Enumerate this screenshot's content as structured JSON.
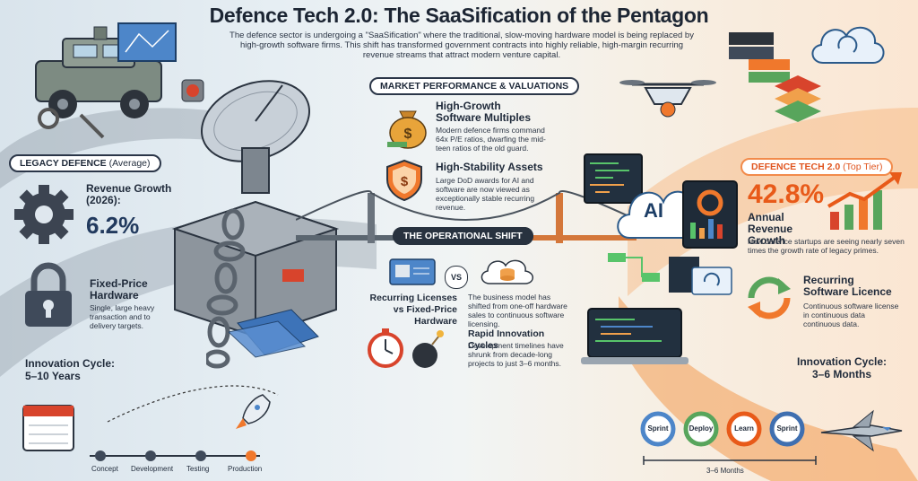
{
  "header": {
    "title": "Defence Tech 2.0: The SaaSification of the Pentagon",
    "subtitle": "The defence sector is undergoing a \"SaaSification\" where the traditional, slow-moving hardware model is being replaced by high-growth software firms. This shift has transformed government contracts into highly reliable, high-margin recurring revenue streams that attract modern venture capital."
  },
  "legacy": {
    "badge_main": "LEGACY DEFENCE",
    "badge_sub": "(Average)",
    "growth_label": "Revenue Growth (2026):",
    "growth_value": "6.2%",
    "hardware_title": "Fixed-Price Hardware",
    "hardware_text": "Single, large heavy transaction and to delivery targets.",
    "cycle": "Innovation Cycle: 5–10 Years",
    "timeline": [
      "Concept",
      "Development",
      "Testing",
      "Production"
    ]
  },
  "center": {
    "market_badge": "MARKET PERFORMANCE & VALUATIONS",
    "multiples_title": "High-Growth Software Multiples",
    "multiples_text": "Modern defence firms command 64x P/E ratios, dwarfing the mid-teen ratios of the old guard.",
    "stability_title": "High-Stability Assets",
    "stability_text": "Large DoD awards for AI and software are now viewed as exceptionally stable recurring revenue.",
    "shift_badge": "THE OPERATIONAL SHIFT",
    "vs": "VS",
    "licenses_title": "Recurring Licenses vs Fixed-Price Hardware",
    "licenses_text": "The business model has shifted from one-off hardware sales to continuous software licensing.",
    "cycles_title": "Rapid Innovation Cycles",
    "cycles_text": "Development timelines have shrunk from decade-long projects to just 3–6 months."
  },
  "modern": {
    "badge_main": "DEFENCE TECH 2.0",
    "badge_sub": "(Top Tier)",
    "growth_value": "42.8%",
    "growth_label": "Annual Revenue Growth",
    "growth_text": "How defence startups are seeing nearly seven times the growth rate of legacy primes.",
    "licence_title": "Recurring Software Licence",
    "licence_text": "Continuous software license in continuous data continuous data.",
    "cycle": "Innovation Cycle: 3–6 Months",
    "sprints": [
      "Sprint",
      "Deploy",
      "Learn",
      "Sprint"
    ],
    "span_label": "3–6 Months",
    "ai_label": "AI"
  },
  "colors": {
    "orange": "#e85a19",
    "navy": "#223a5e",
    "dark": "#28323f"
  }
}
